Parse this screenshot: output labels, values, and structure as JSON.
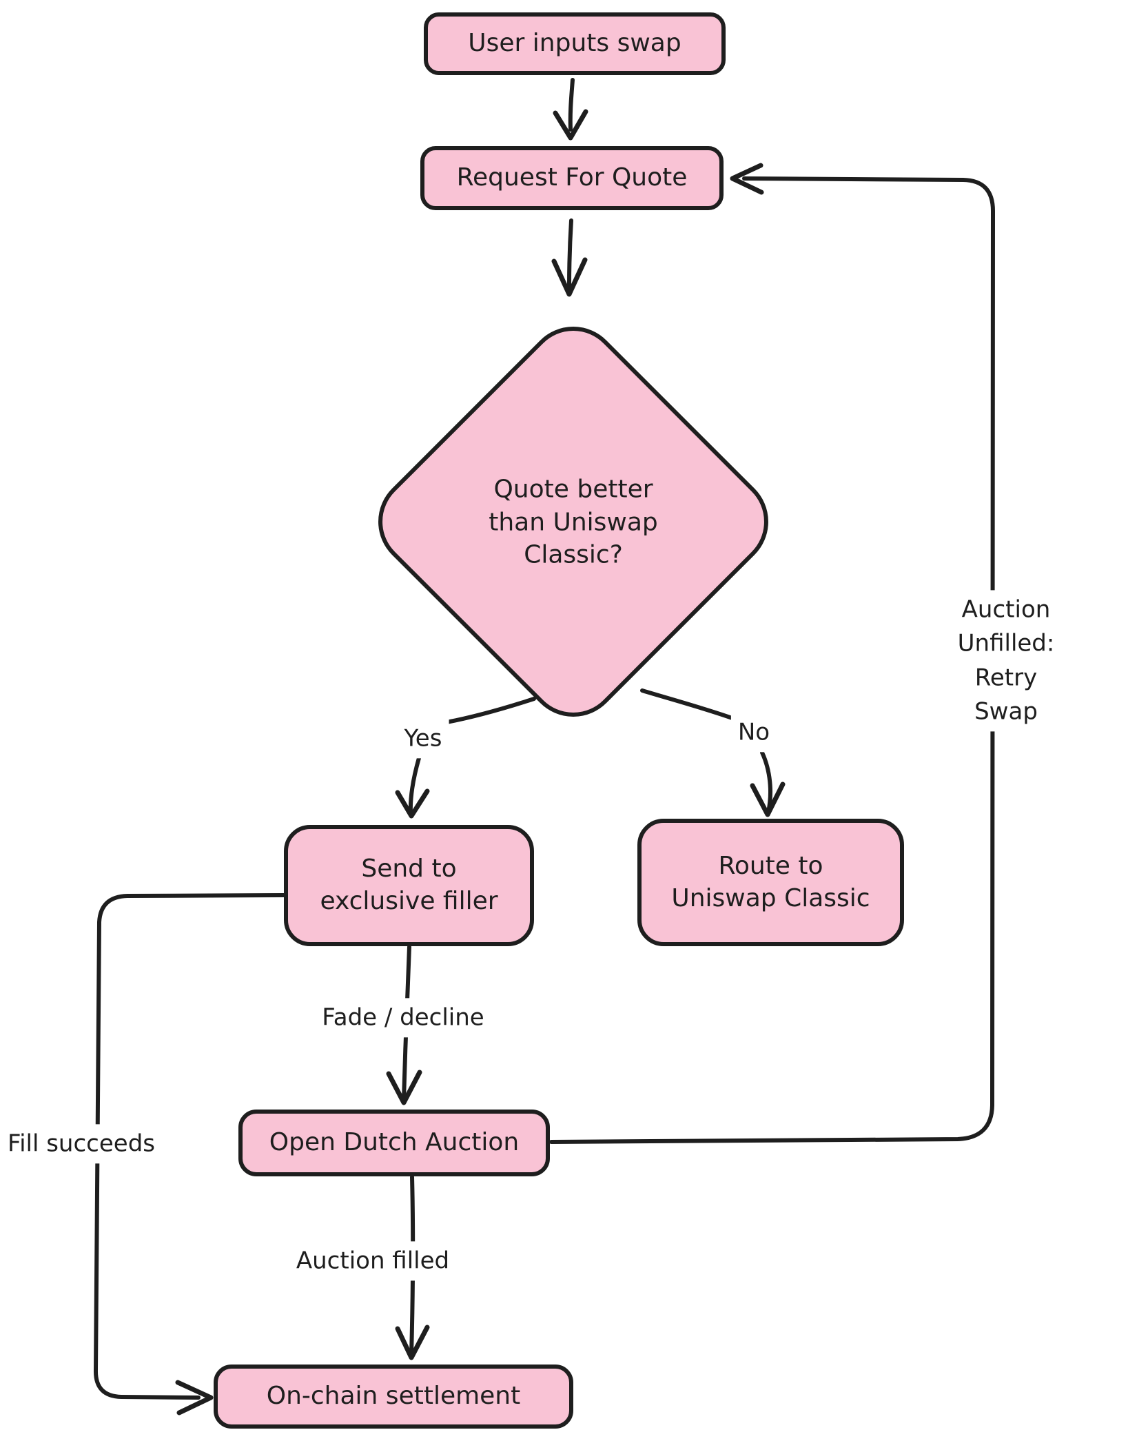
{
  "diagram": {
    "colors": {
      "background": "#ffffff",
      "node_fill": "#f9c3d5",
      "stroke": "#1e1e1e"
    },
    "nodes": {
      "user_inputs_swap": {
        "label": "User inputs swap"
      },
      "request_for_quote": {
        "label": "Request For Quote"
      },
      "decision": {
        "label": "Quote better\nthan Uniswap\nClassic?"
      },
      "send_to_exclusive_filler": {
        "label": "Send to\nexclusive filler"
      },
      "route_to_uniswap_classic": {
        "label": "Route to\nUniswap Classic"
      },
      "open_dutch_auction": {
        "label": "Open Dutch Auction"
      },
      "on_chain_settlement": {
        "label": "On-chain settlement"
      }
    },
    "edges": {
      "yes": {
        "label": "Yes"
      },
      "no": {
        "label": "No"
      },
      "fade_decline": {
        "label": "Fade / decline"
      },
      "auction_filled": {
        "label": "Auction filled"
      },
      "fill_succeeds": {
        "label": "Fill succeeds"
      },
      "auction_unfilled_retry": {
        "label": "Auction Unfilled:\nRetry Swap"
      }
    }
  }
}
